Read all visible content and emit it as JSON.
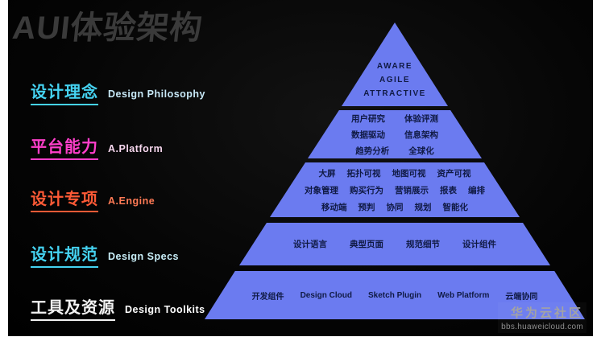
{
  "title": "AUI体验架构",
  "left_labels": [
    {
      "zh": "设计理念",
      "en": "Design Philosophy",
      "color": "#45d3f2",
      "en_color": "#c8e9f8"
    },
    {
      "zh": "平台能力",
      "en": "A.Platform",
      "color": "#ff3fcb",
      "en_color": "#f7d7ee"
    },
    {
      "zh": "设计专项",
      "en": "A.Engine",
      "color": "#ff5a36",
      "en_color": "#ff7a55"
    },
    {
      "zh": "设计规范",
      "en": "Design Specs",
      "color": "#45d3f2",
      "en_color": "#c8eef8"
    },
    {
      "zh": "工具及资源",
      "en": "Design Toolkits",
      "color": "#f2f2f2",
      "en_color": "#ffffff"
    }
  ],
  "pyramid": {
    "fill": "#6b7bf0",
    "text_color": "#101a44",
    "layers": [
      {
        "name": "apex",
        "rows": [
          [
            "AWARE"
          ],
          [
            "AGILE"
          ],
          [
            "ATTRACTIVE"
          ]
        ]
      },
      {
        "name": "platform",
        "rows": [
          [
            "用户研究",
            "体验评测"
          ],
          [
            "数据驱动",
            "信息架构"
          ],
          [
            "趋势分析",
            "全球化"
          ]
        ]
      },
      {
        "name": "engine",
        "rows": [
          [
            "大屏",
            "拓扑可视",
            "地图可视",
            "资产可视"
          ],
          [
            "对象管理",
            "购买行为",
            "营销展示",
            "报表",
            "编排"
          ],
          [
            "移动端",
            "预判",
            "协同",
            "规划",
            "智能化"
          ]
        ]
      },
      {
        "name": "specs",
        "rows": [
          [
            "设计语言",
            "典型页面",
            "规范细节",
            "设计组件"
          ]
        ]
      },
      {
        "name": "toolkits",
        "rows": [
          [
            "开发组件",
            "Design Cloud",
            "Sketch Plugin",
            "Web Platform",
            "云端协同"
          ]
        ]
      }
    ]
  },
  "watermark": {
    "name": "华为云社区",
    "url": "bbs.huaweicloud.com"
  }
}
